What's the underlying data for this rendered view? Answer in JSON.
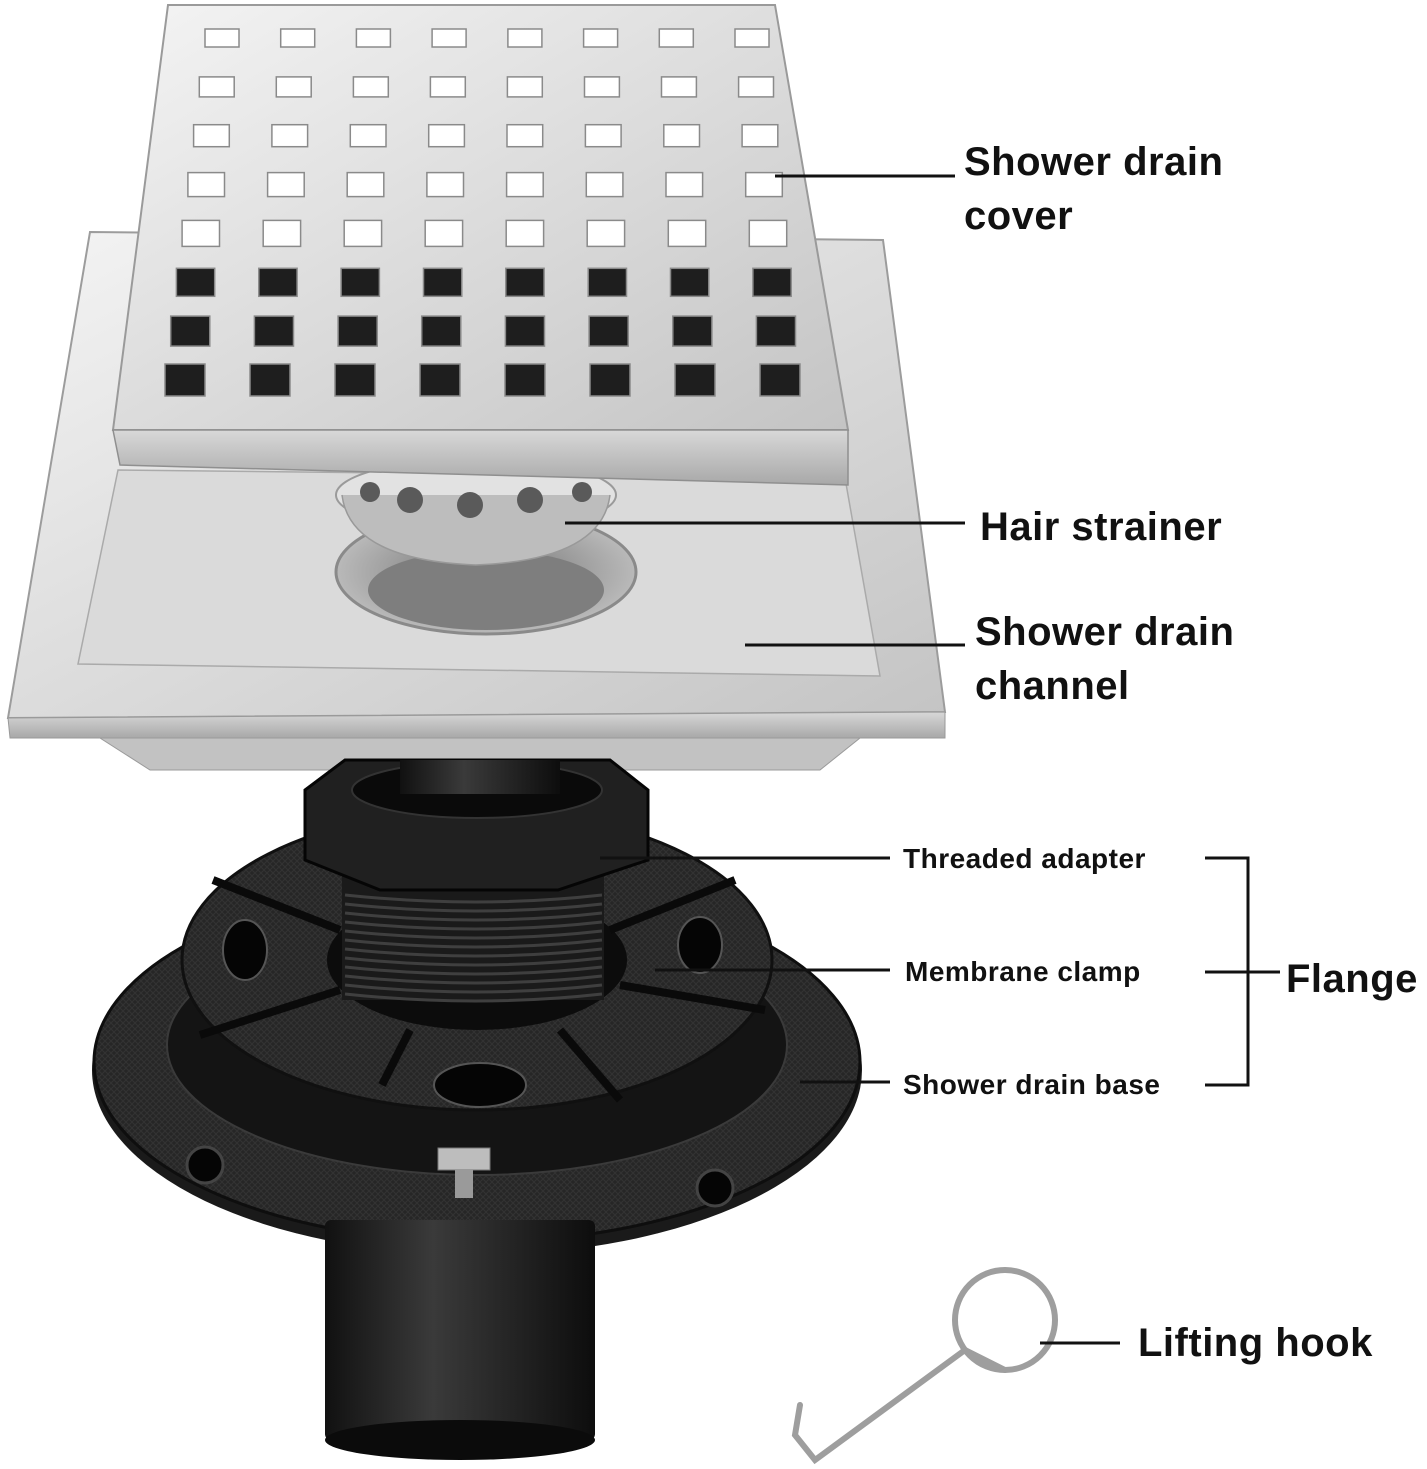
{
  "labels": {
    "cover_line1": "Shower drain",
    "cover_line2": "cover",
    "strainer": "Hair strainer",
    "channel_line1": "Shower drain",
    "channel_line2": "channel",
    "adapter": "Threaded adapter",
    "clamp": "Membrane clamp",
    "base": "Shower drain base",
    "flange": "Flange",
    "hook": "Lifting hook"
  },
  "colors": {
    "steel_light": "#e6e6e6",
    "steel_mid": "#c9c9c9",
    "steel_dark": "#9a9a9a",
    "plastic": "#1f1f1f",
    "plastic_light": "#3a3a3a",
    "text": "#111111"
  }
}
